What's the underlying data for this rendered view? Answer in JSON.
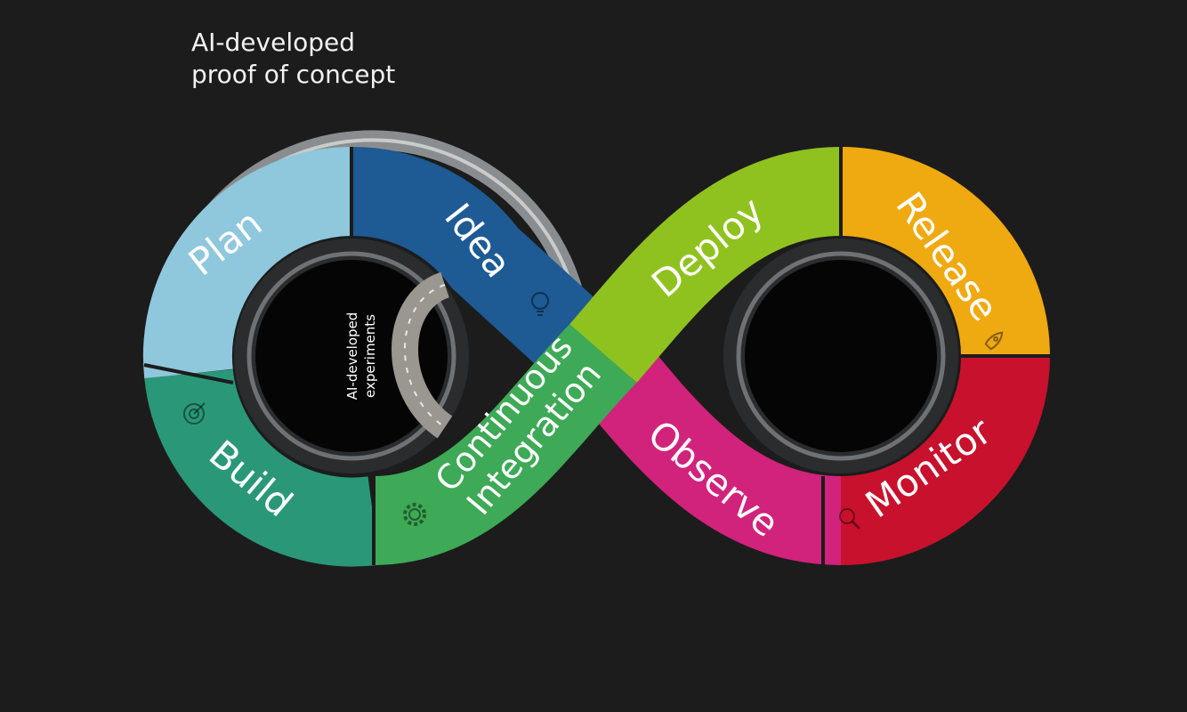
{
  "caption": {
    "line1": "AI-developed",
    "line2": "proof of concept"
  },
  "center_label": {
    "line1": "AI-developed",
    "line2": "experiments"
  },
  "segments": {
    "plan": {
      "label": "Plan",
      "color": "#8fc7dc"
    },
    "idea": {
      "label": "Idea",
      "color": "#1e5a94",
      "icon": "lightbulb-icon"
    },
    "build": {
      "label": "Build",
      "color": "#2a9878",
      "icon": "target-icon"
    },
    "ci": {
      "line1": "Continuous",
      "line2": "Integration",
      "color": "#3ea956",
      "icon": "gear-icon"
    },
    "deploy": {
      "label": "Deploy",
      "color": "#8fc21f"
    },
    "release": {
      "label": "Release",
      "color": "#efa911",
      "icon": "rocket-icon"
    },
    "monitor": {
      "label": "Monitor",
      "color": "#c8112c",
      "icon": "magnifier-icon"
    },
    "observe": {
      "label": "Observe",
      "color": "#d1237b"
    }
  }
}
